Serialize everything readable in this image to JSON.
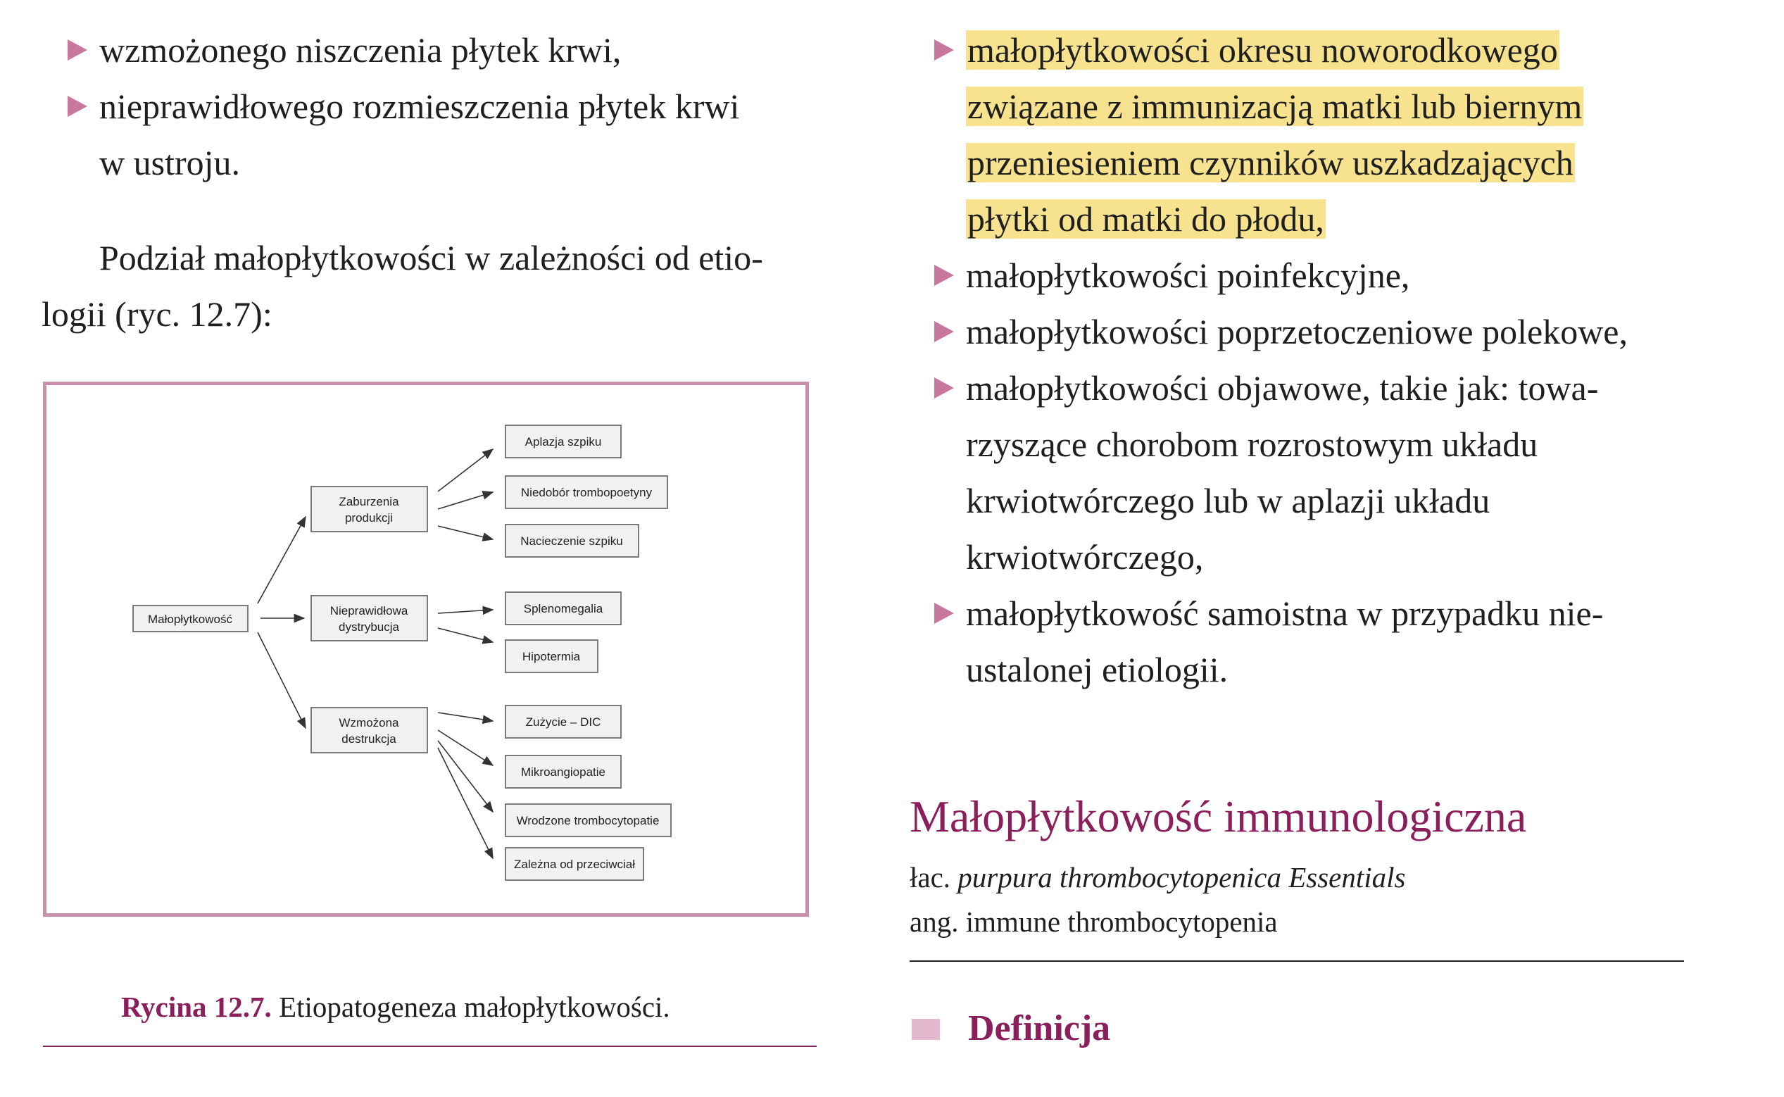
{
  "left_column": {
    "bullets": [
      "wzmożonego niszczenia płytek krwi,",
      "nieprawidłowego rozmieszczenia płytek krwi",
      "w ustroju."
    ],
    "paragraph": [
      "Podział małopłytkowości w zależności od etio-",
      "logii (ryc. 12.7):"
    ]
  },
  "figure": {
    "root": "Małopłytkowość",
    "branch_production": [
      "Zaburzenia",
      "produkcji"
    ],
    "branch_distribution": [
      "Nieprawidłowa",
      "dystrybucja"
    ],
    "branch_destruction": [
      "Wzmożona",
      "destrukcja"
    ],
    "leaves_production": [
      "Aplazja szpiku",
      "Niedobór trombopoetyny",
      "Nacieczenie szpiku"
    ],
    "leaves_distribution": [
      "Splenomegalia",
      "Hipotermia"
    ],
    "leaves_destruction": [
      "Zużycie – DIC",
      "Mikroangiopatie",
      "Wrodzone trombocytopatie",
      "Zależna od przeciwciał"
    ],
    "caption_label": "Rycina 12.7.",
    "caption_text": " Etiopatogeneza małopłytkowości."
  },
  "right_column": {
    "bullets": [
      [
        "małopłytkowości okresu noworodkowego",
        "związane z immunizacją matki lub biernym",
        "przeniesieniem czynników uszkadzających",
        "płytki od matki do płodu,"
      ],
      [
        "małopłytkowości poinfekcyjne,"
      ],
      [
        "małopłytkowości poprzetoczeniowe polekowe,"
      ],
      [
        "małopłytkowości objawowe, takie jak: towa-",
        "rzyszące chorobom rozrostowym układu",
        "krwiotwórczego lub w aplazji układu",
        "krwiotwórczego,"
      ],
      [
        "małopłytkowość samoistna w przypadku nie-",
        "ustalonej etiologii."
      ]
    ],
    "section_title": "Małopłytkowość immunologiczna",
    "lat_prefix": "łac. ",
    "lat_term": "purpura thrombocytopenica Essentials",
    "eng_term": "ang. immune thrombocytopenia",
    "subsection": "Definicja"
  },
  "colors": {
    "accent": "#8b1f5b",
    "bullet": "#c8789c",
    "highlight": "#f7e38f",
    "frame": "#c890ab"
  }
}
